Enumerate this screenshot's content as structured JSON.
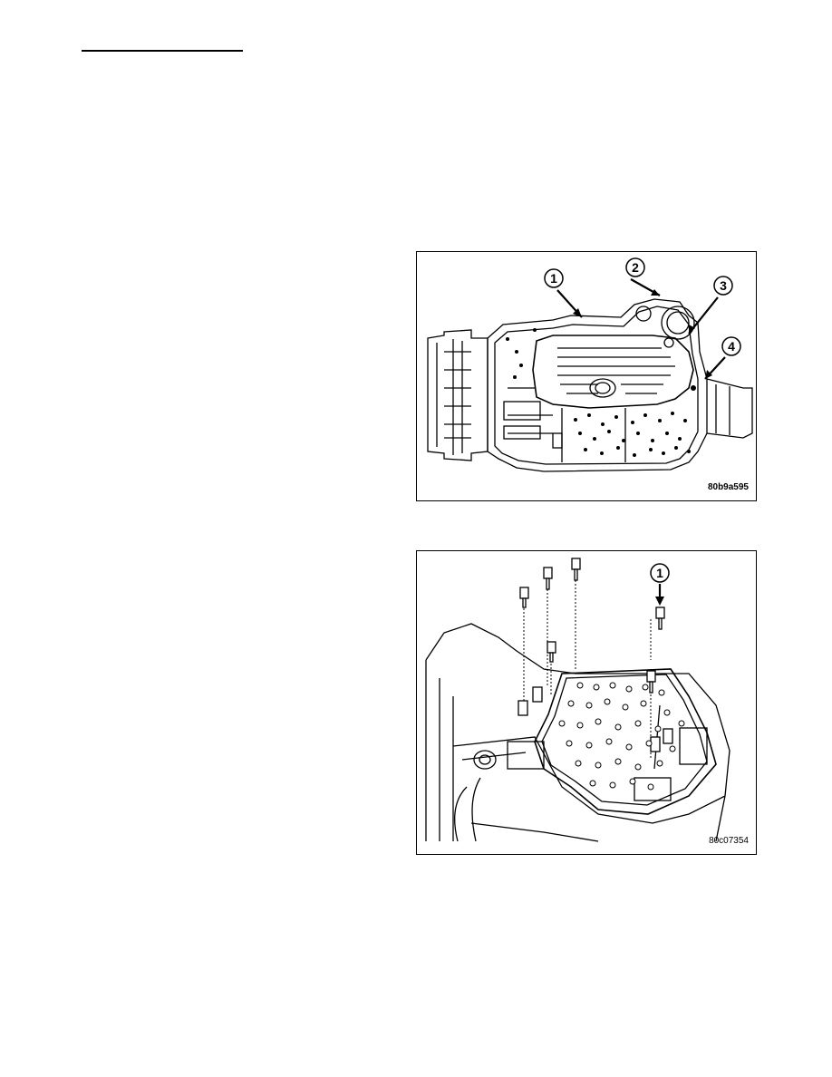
{
  "figure_top": {
    "code": "80b9a595",
    "callouts": [
      "1",
      "2",
      "3",
      "4"
    ]
  },
  "figure_bottom": {
    "code": "80c07354",
    "callouts": [
      "1"
    ]
  }
}
